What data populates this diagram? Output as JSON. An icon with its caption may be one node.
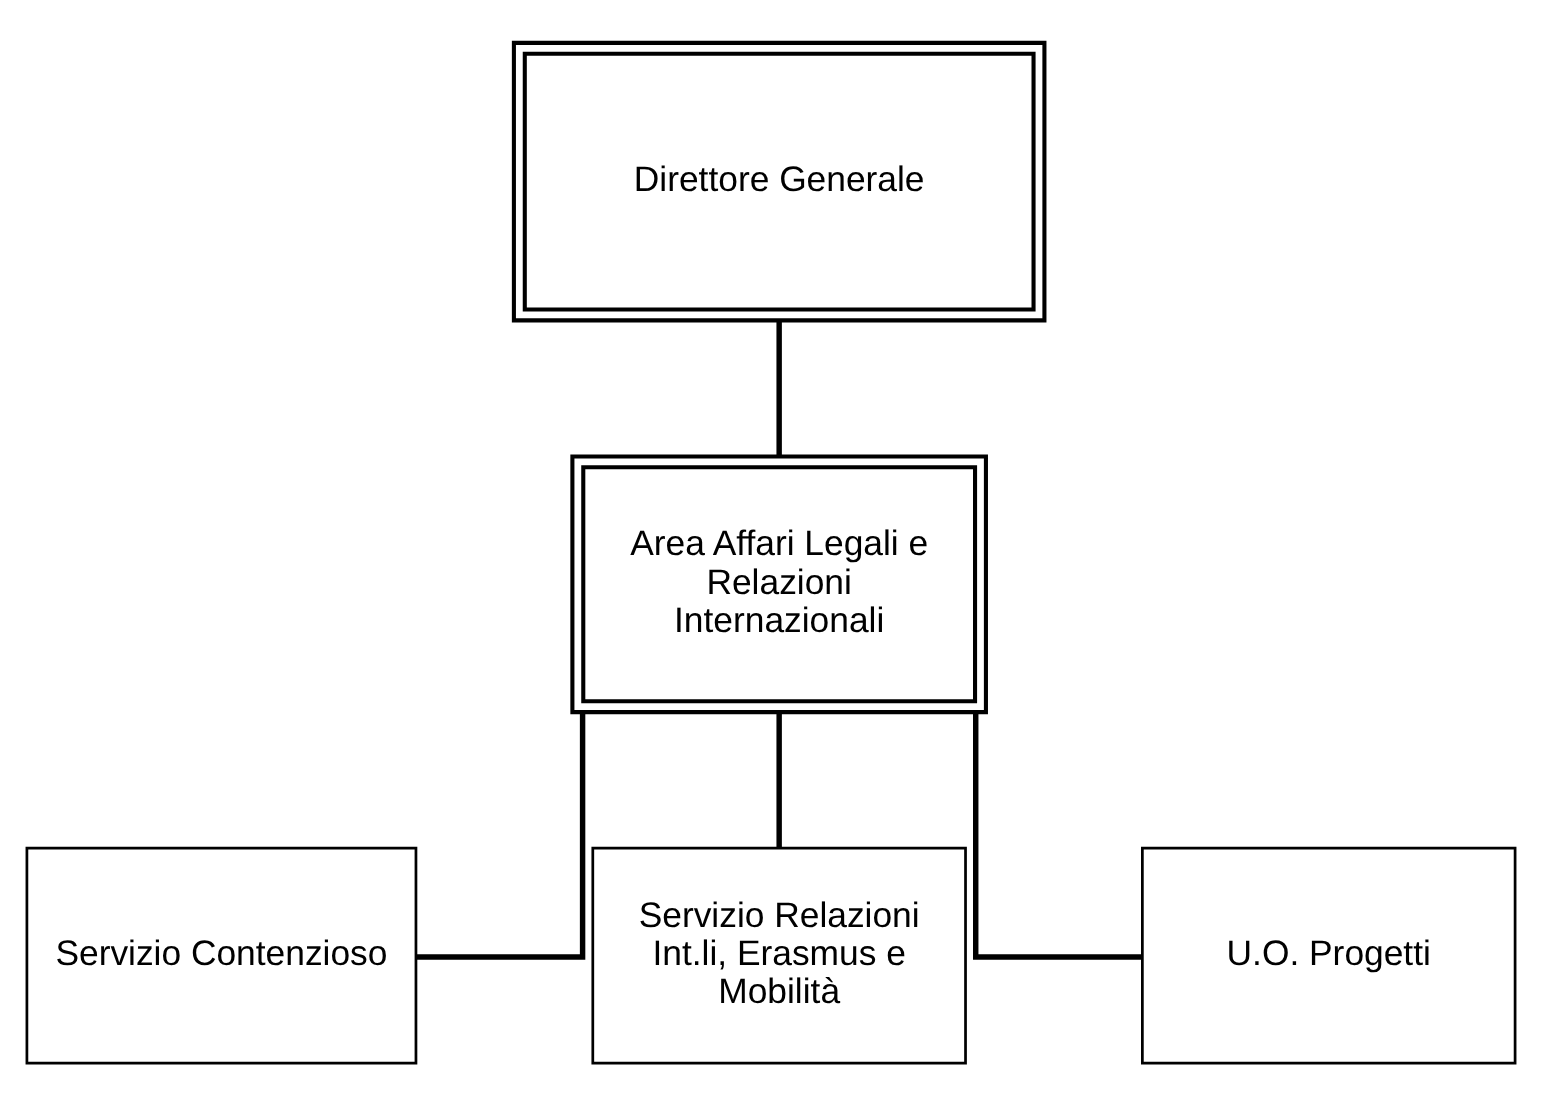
{
  "diagram": {
    "nodes": [
      {
        "text": [
          "Direttore Generale"
        ]
      },
      {
        "text": [
          "Area Affari Legali e Relazioni Internazionali"
        ]
      },
      {
        "text": [
          "Servizio Contenzioso"
        ]
      },
      {
        "text": [
          "Servizio Relazioni Int.li, Erasmus e Mobilità"
        ]
      },
      {
        "text": [
          "U.O. Progetti"
        ]
      }
    ],
    "edges": [
      {
        "from": 0,
        "to": 1,
        "arrow": "none"
      },
      {
        "from": 1,
        "to": 2,
        "arrow": "none"
      },
      {
        "from": 1,
        "to": 3,
        "arrow": "none"
      },
      {
        "from": 1,
        "to": 4,
        "arrow": "none"
      }
    ]
  }
}
